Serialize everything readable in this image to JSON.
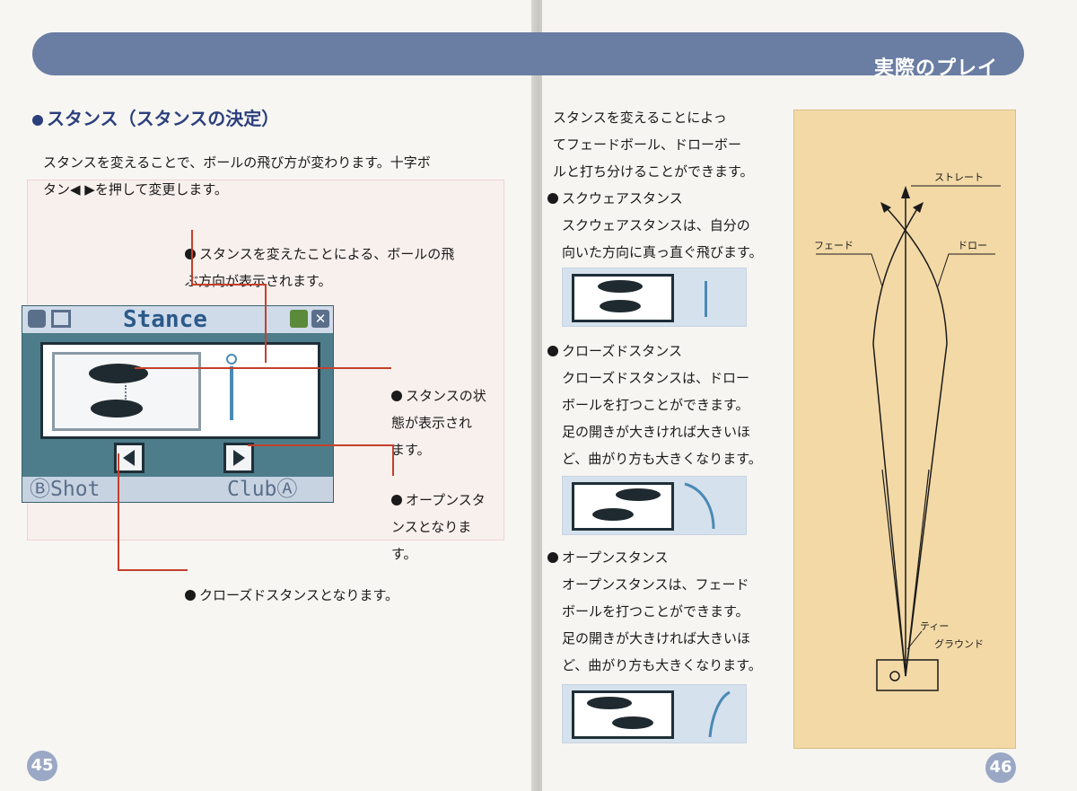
{
  "header": {
    "title": "実際のプレイ"
  },
  "left": {
    "heading": "スタンス（スタンスの決定）",
    "intro": "スタンスを変えることで、ボールの飛び方が変わります。十字ボ\nタン◀ ▶を押して変更します。",
    "callouts": {
      "direction": "スタンスを変えたことによる、ボールの飛\nぶ方向が表示されます。",
      "state": "スタンスの状\n態が表示され\nます。",
      "open": "オープンスタ\nンスとなりま\nす。",
      "closed": "クローズドスタンスとなります。"
    },
    "game": {
      "title": "Stance",
      "shot": "Shot",
      "club": "Club"
    },
    "page_number": "45"
  },
  "right": {
    "intro": "スタンスを変えることによっ\nてフェードボール、ドローボー\nルと打ち分けることができます。",
    "square": {
      "title": "スクウェアスタンス",
      "desc": "スクウェアスタンスは、自分の\n向いた方向に真っ直ぐ飛びます。"
    },
    "closed": {
      "title": "クローズドスタンス",
      "desc": "クローズドスタンスは、ドロー\nボールを打つことができます。\n足の開きが大きければ大きいほ\nど、曲がり方も大きくなります。"
    },
    "open": {
      "title": "オープンスタンス",
      "desc": "オープンスタンスは、フェード\nボールを打つことができます。\n足の開きが大きければ大きいほ\nど、曲がり方も大きくなります。"
    },
    "diagram": {
      "straight": "ストレート",
      "fade": "フェード",
      "draw": "ドロー",
      "tee1": "ティー",
      "tee2": "グラウンド"
    },
    "page_number": "46"
  },
  "colors": {
    "banner": "#6a7da3",
    "heading": "#2b3f7d",
    "callout_line": "#c4402b",
    "diagram_bg": "#f3d9a6"
  }
}
